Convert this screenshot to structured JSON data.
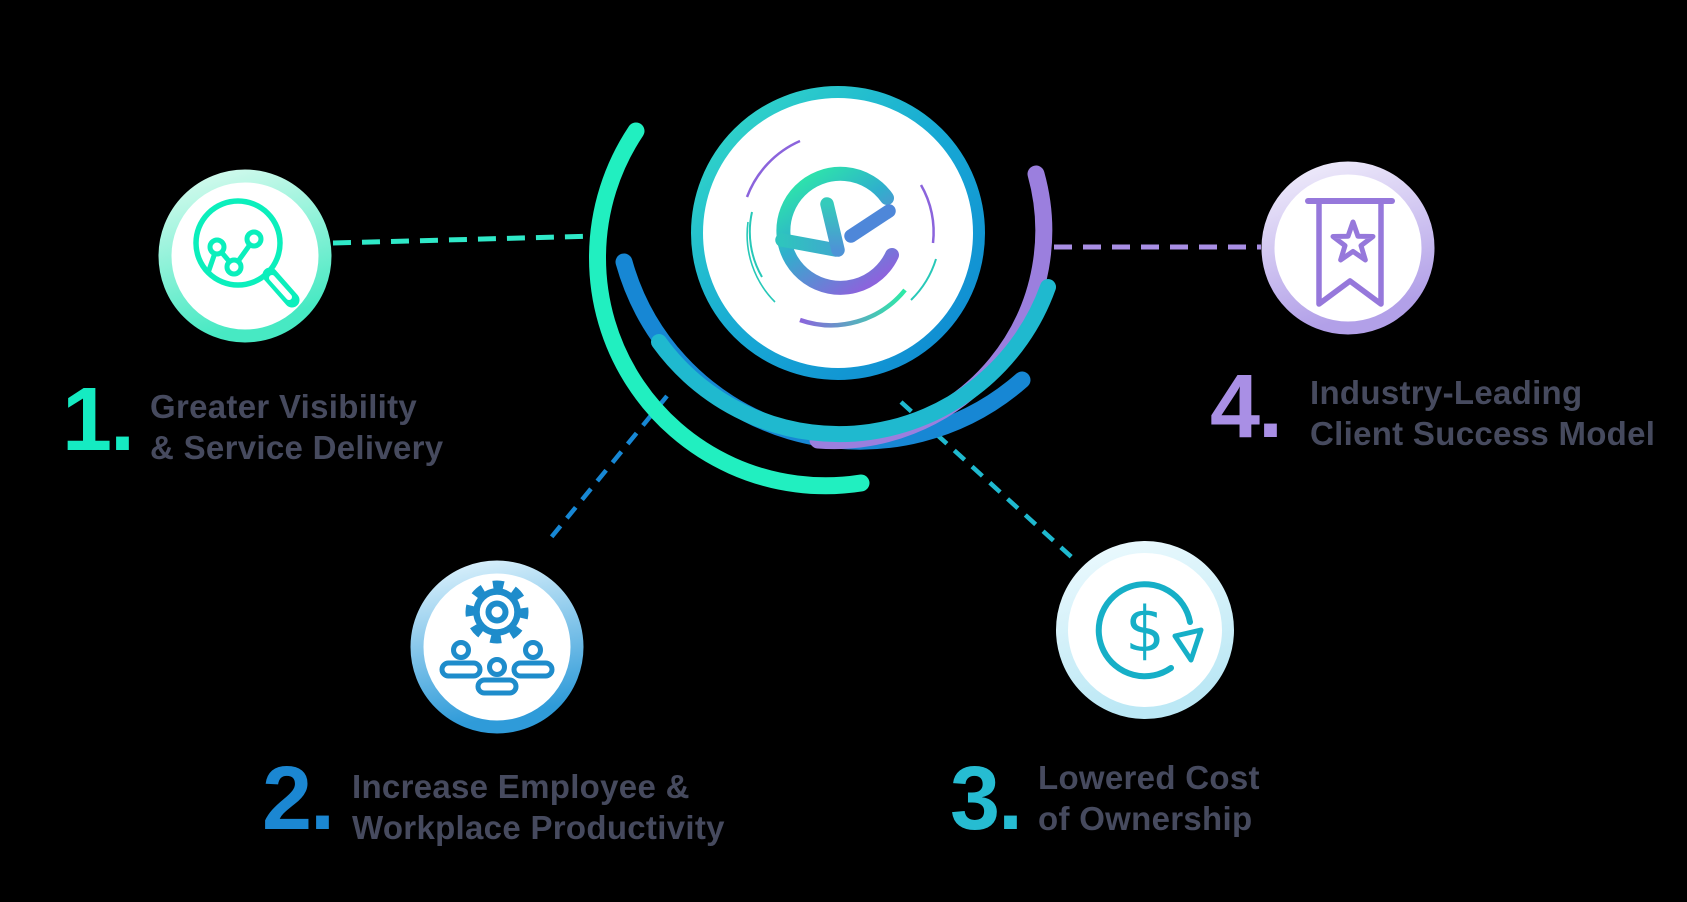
{
  "canvas": {
    "background": "#000000"
  },
  "center": {
    "description": "company logo mark inside white circle",
    "border_colors": [
      "#36DEC6",
      "#17A9D4",
      "#0E86D2"
    ],
    "logo_ring_colors": [
      "#2DEBA6",
      "#2FB0CC",
      "#8B64DC"
    ]
  },
  "arcs": {
    "green": "#21EFC0",
    "blue": "#1787D4",
    "purple": "#9B7FDE",
    "teal": "#1FB9CF"
  },
  "connectors": {
    "mint": "#2FE9C8",
    "purple": "#A98FE5",
    "blue": "#1787D4",
    "teal": "#1FB9CF"
  },
  "icons": {
    "dollar_glyph": "$"
  },
  "items": [
    {
      "number": "1.",
      "label": [
        "Greater Visibility",
        "& Service Delivery"
      ],
      "accent_color": "#15EBC2",
      "icon": "magnifier-trend-icon"
    },
    {
      "number": "2.",
      "label": [
        "Increase Employee &",
        "Workplace Productivity"
      ],
      "accent_color": "#1B87D2",
      "icon": "gear-people-icon"
    },
    {
      "number": "3.",
      "label": [
        "Lowered Cost",
        "of Ownership"
      ],
      "accent_color": "#26BCD2",
      "icon": "dollar-refresh-icon"
    },
    {
      "number": "4.",
      "label": [
        "Industry-Leading",
        "Client Success Model"
      ],
      "accent_color": "#A98FE5",
      "icon": "bookmark-star-icon"
    }
  ],
  "text_color": "#464A5E"
}
